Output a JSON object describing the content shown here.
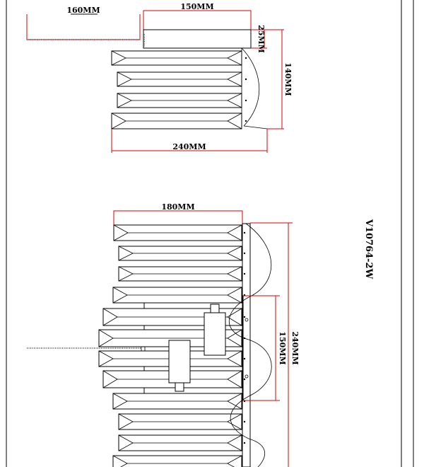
{
  "drawing": {
    "model_code": "V10764-2W",
    "top_view": {
      "dim_width_chain": "160MM",
      "dim_width_base": "150MM",
      "dim_base_height": "25MM",
      "dim_depth": "140MM",
      "dim_total_width": "240MM"
    },
    "front_view": {
      "dim_width": "180MM",
      "dim_base_height": "150MM",
      "dim_total_height": "240MM"
    }
  }
}
